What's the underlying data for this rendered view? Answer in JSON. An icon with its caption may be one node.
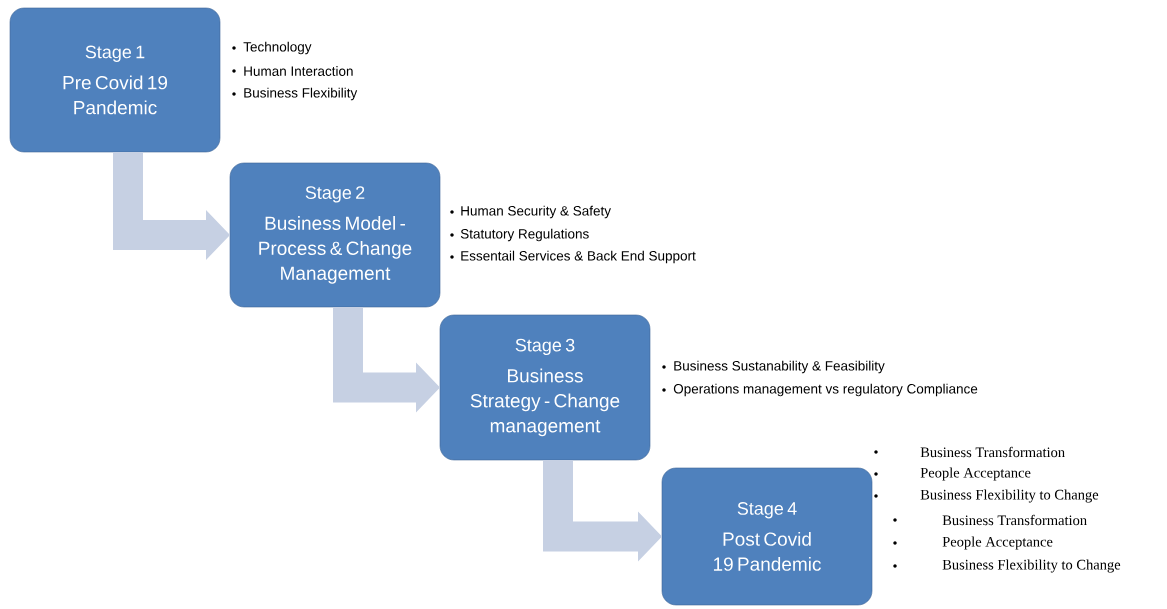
{
  "diagram": {
    "nodes": [
      {
        "text": [
          "Stage 1",
          "Pre Covid 19 Pandemic"
        ],
        "beside": [
          "Technology",
          "Human Interaction",
          "Business Flexibility"
        ]
      },
      {
        "text": [
          "Stage 2",
          "Business Model - Process & Change Management"
        ],
        "beside": [
          "Human Security & Safety",
          "Statutory Regulations",
          "Essentail Services & Back End Support"
        ]
      },
      {
        "text": [
          "Stage 3",
          "Business Strategy - Change management"
        ],
        "beside": [
          "Business Sustanability & Feasibility",
          "Operations management vs regulatory Compliance"
        ]
      },
      {
        "text": [
          "Stage 4",
          "Post Covid 19 Pandemic"
        ],
        "beside": [
          "Business Transformation",
          "People Acceptance",
          "Business Flexibility to Change",
          "Business Transformation",
          "People Acceptance",
          "Business Flexibility to Change"
        ]
      }
    ],
    "edges": [
      {
        "from": 0,
        "to": 1,
        "arrow": "to"
      },
      {
        "from": 1,
        "to": 2,
        "arrow": "to"
      },
      {
        "from": 2,
        "to": 3,
        "arrow": "to"
      }
    ]
  }
}
